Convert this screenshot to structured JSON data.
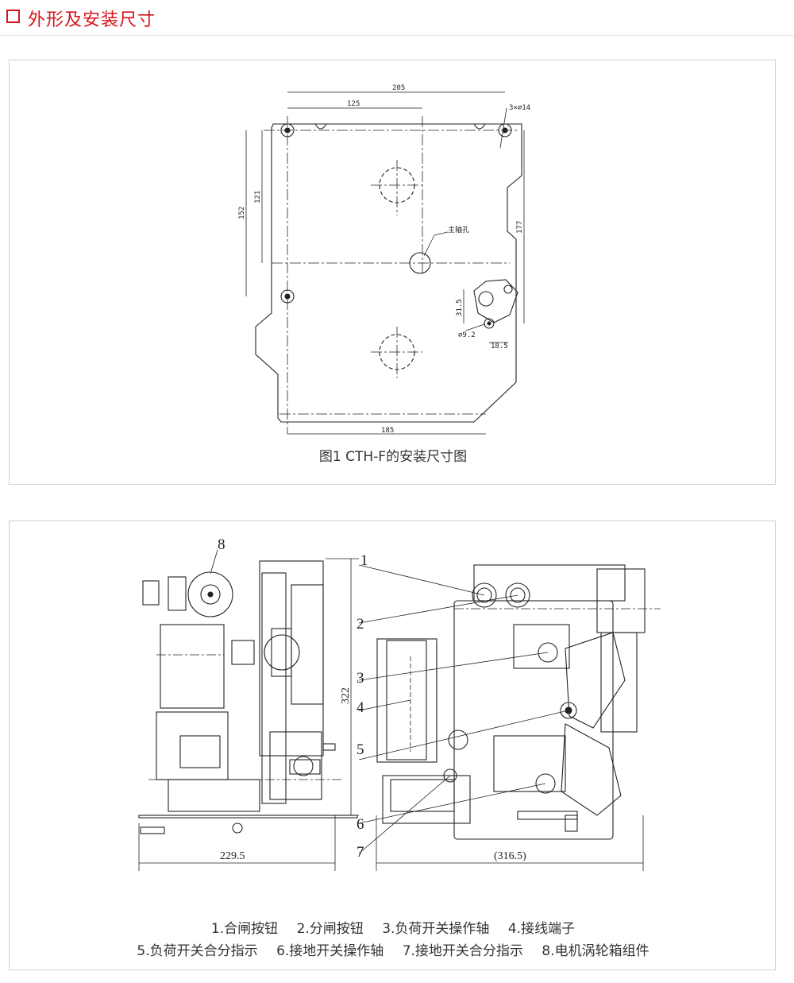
{
  "header": {
    "title": "外形及安装尺寸"
  },
  "figure1": {
    "caption": "图1 CTH-F的安装尺寸图",
    "dims": {
      "d205": "205",
      "d125": "125",
      "holes": "3×⌀14",
      "d121": "121",
      "d152": "152",
      "d177": "177",
      "d31_5": "31.5",
      "d9_2": "⌀9.2",
      "d18_5": "18.5",
      "d185": "185",
      "main_shaft": "主轴孔"
    }
  },
  "figure2": {
    "callouts": [
      "1",
      "2",
      "3",
      "4",
      "5",
      "6",
      "7",
      "8"
    ],
    "dims": {
      "d322": "322",
      "d229_5": "229.5",
      "d316_5": "(316.5)"
    },
    "legend_row1": [
      "1.合闸按钮",
      "2.分闸按钮",
      "3.负荷开关操作轴",
      "4.接线端子"
    ],
    "legend_row2": [
      "5.负荷开关合分指示",
      "6.接地开关操作轴",
      "7.接地开关合分指示",
      "8.电机涡轮箱组件"
    ]
  },
  "colors": {
    "accent": "#d7141a",
    "line": "#222222",
    "border": "#d0d0d0"
  }
}
